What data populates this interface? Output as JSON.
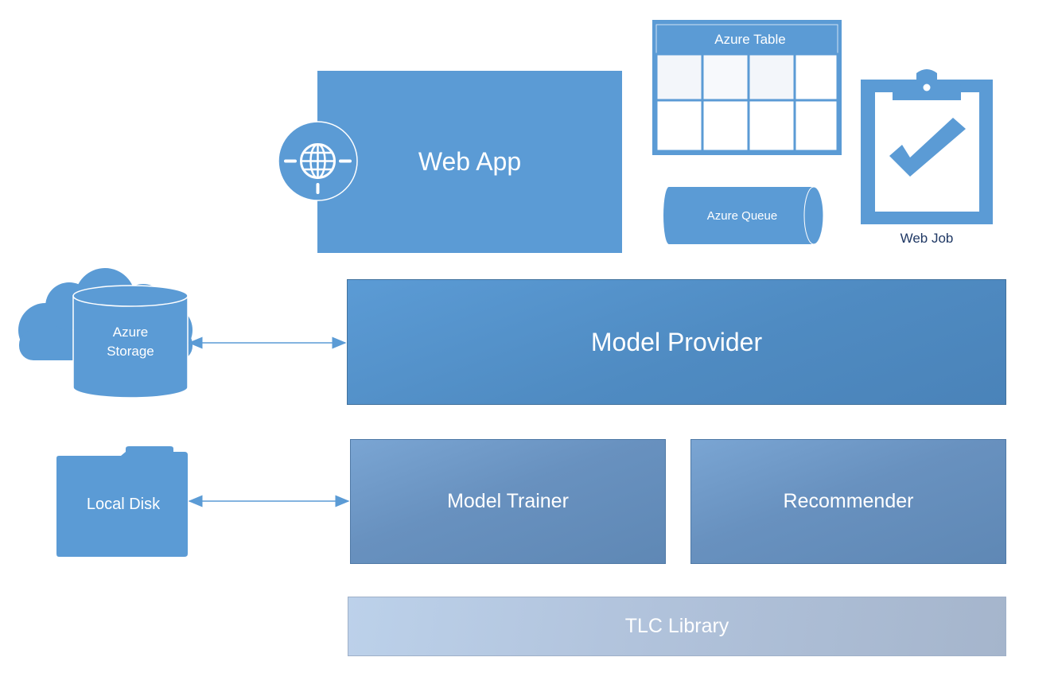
{
  "web_app": {
    "label": "Web App"
  },
  "azure_table": {
    "label": "Azure Table"
  },
  "azure_queue": {
    "label": "Azure Queue"
  },
  "web_job": {
    "label": "Web Job"
  },
  "azure_storage": {
    "label_line1": "Azure",
    "label_line2": "Storage"
  },
  "local_disk": {
    "label": "Local Disk"
  },
  "model_provider": {
    "label": "Model Provider"
  },
  "model_trainer": {
    "label": "Model Trainer"
  },
  "recommender": {
    "label": "Recommender"
  },
  "tlc_library": {
    "label": "TLC Library"
  },
  "icons": {
    "web_app": "globe-icon",
    "azure_table": "table-icon",
    "azure_queue": "queue-cylinder-icon",
    "web_job": "clipboard-check-icon",
    "azure_storage": "cloud-database-icon",
    "local_disk": "folder-icon"
  },
  "colors": {
    "azure_blue": "#5b9bd5",
    "dark_blue": "#41719c",
    "slate_blue": "#6891bf",
    "light_slate": "#b2c4dd",
    "label_navy": "#1f3864"
  }
}
